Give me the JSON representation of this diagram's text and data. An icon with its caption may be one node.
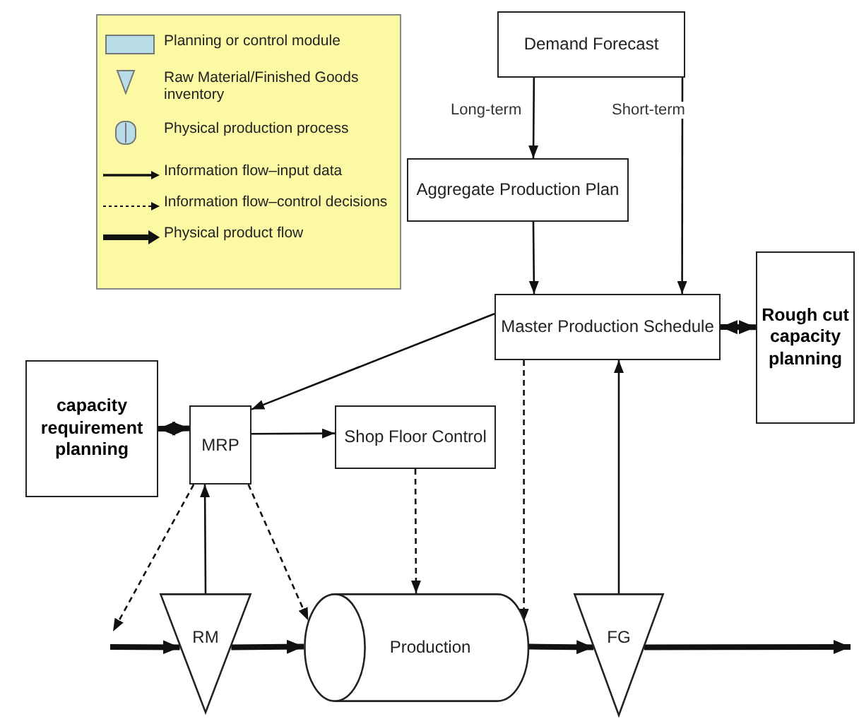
{
  "diagram": {
    "nodes": [
      {
        "text": [
          "Demand Forecast"
        ]
      },
      {
        "text": [
          "Aggregate Production Plan"
        ]
      },
      {
        "text": [
          "Master Production Schedule"
        ]
      },
      {
        "text": [
          "Rough cut capacity planning"
        ]
      },
      {
        "text": [
          "capacity requirement planning"
        ]
      },
      {
        "text": [
          "MRP"
        ]
      },
      {
        "text": [
          "Shop Floor Control"
        ]
      },
      {
        "text": [
          "RM"
        ]
      },
      {
        "text": [
          "Production"
        ]
      },
      {
        "text": [
          "FG"
        ]
      }
    ],
    "edges": [
      {
        "from": 0,
        "to": 1,
        "arrow": "to",
        "label": "Long-term"
      },
      {
        "from": 0,
        "to": 2,
        "arrow": "to",
        "label": "Short-term"
      },
      {
        "from": 1,
        "to": 2,
        "arrow": "to"
      },
      {
        "from": 2,
        "to": 3,
        "arrow": "both",
        "style": "thick"
      },
      {
        "from": 2,
        "to": 5,
        "arrow": "to"
      },
      {
        "from": 4,
        "to": 5,
        "arrow": "both",
        "style": "thick"
      },
      {
        "from": 5,
        "to": 6,
        "arrow": "to"
      },
      {
        "from": 5,
        "to": null,
        "arrow": "to",
        "style": "dashed"
      },
      {
        "from": 5,
        "to": 8,
        "arrow": "to",
        "style": "dashed"
      },
      {
        "from": 7,
        "to": 5,
        "arrow": "to"
      },
      {
        "from": 6,
        "to": 8,
        "arrow": "to",
        "style": "dashed"
      },
      {
        "from": 2,
        "to": 8,
        "arrow": "to",
        "style": "dashed"
      },
      {
        "from": 9,
        "to": 2,
        "arrow": "to"
      },
      {
        "from": null,
        "to": 7,
        "arrow": "to",
        "style": "thick"
      },
      {
        "from": 7,
        "to": 8,
        "arrow": "to",
        "style": "thick"
      },
      {
        "from": 8,
        "to": 9,
        "arrow": "to",
        "style": "thick"
      },
      {
        "from": 9,
        "to": null,
        "arrow": "to",
        "style": "thick"
      }
    ],
    "legend": [
      {
        "text": "Planning or control module"
      },
      {
        "text": "Raw Material/Finished Goods inventory"
      },
      {
        "text": "Physical production process"
      },
      {
        "text": "Information flow–input data"
      },
      {
        "text": "Information flow–control decisions"
      },
      {
        "text": "Physical product flow"
      }
    ]
  }
}
